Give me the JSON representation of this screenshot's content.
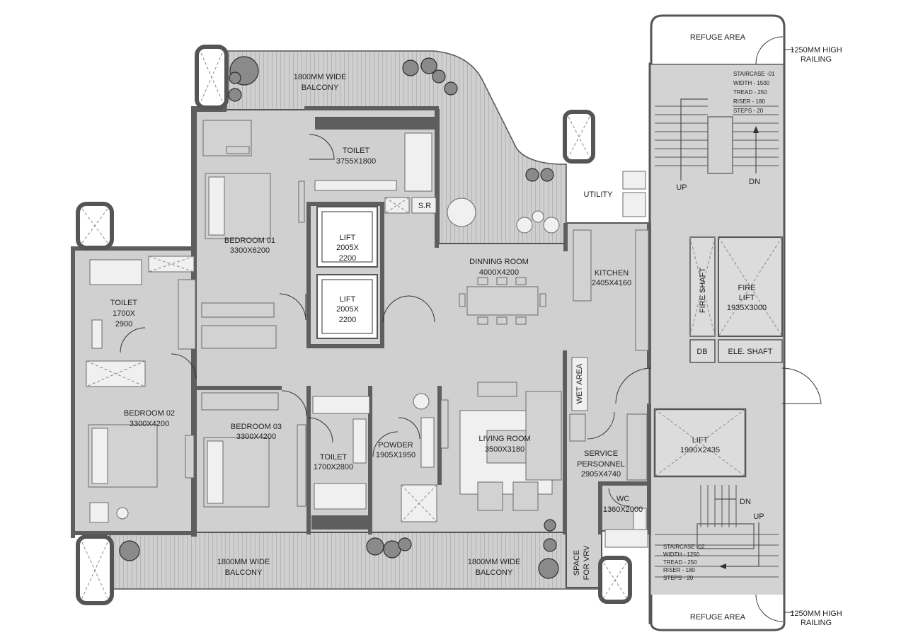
{
  "plan": {
    "top_balcony": {
      "line1": "1800MM WIDE",
      "line2": "BALCONY"
    },
    "bottom_balcony_left": {
      "line1": "1800MM WIDE",
      "line2": "BALCONY"
    },
    "bottom_balcony_right": {
      "line1": "1800MM WIDE",
      "line2": "BALCONY"
    },
    "toilet_main": {
      "name": "TOILET",
      "size": "3755X1800"
    },
    "bedroom_01": {
      "name": "BEDROOM 01",
      "size": "3300X6200"
    },
    "sr": "S.R",
    "utility": "UTILITY",
    "lift_1": {
      "name": "LIFT",
      "size1": "2005X",
      "size2": "2200"
    },
    "lift_2": {
      "name": "LIFT",
      "size1": "2005X",
      "size2": "2200"
    },
    "dinning_room": {
      "name": "DINNING ROOM",
      "size": "4000X4200"
    },
    "kitchen": {
      "name": "KITCHEN",
      "size": "2405X4160"
    },
    "toilet_left": {
      "name": "TOILET",
      "size1": "1700X",
      "size2": "2900"
    },
    "bedroom_02": {
      "name": "BEDROOM 02",
      "size": "3300X4200"
    },
    "bedroom_03": {
      "name": "BEDROOM 03",
      "size": "3300X4200"
    },
    "toilet_mid": {
      "name": "TOILET",
      "size": "1700X2800"
    },
    "powder": {
      "name": "POWDER",
      "size": "1905X1950"
    },
    "living_room": {
      "name": "LIVING ROOM",
      "size": "3500X3180"
    },
    "wet_area": "WET AREA",
    "service": {
      "line1": "SERVICE",
      "line2": "PERSONNEL",
      "size": "2905X4740"
    },
    "wc": {
      "name": "WC",
      "size": "1360X2000"
    },
    "space_vrv": {
      "line1": "SPACE",
      "line2": "FOR VRV"
    },
    "fire_shaft": "FIRE SHAFT",
    "fire_lift": {
      "line1": "FIRE",
      "line2": "LIFT",
      "size": "1935X3000"
    },
    "db": "DB",
    "ele_shaft": "ELE. SHAFT",
    "lift_core": {
      "name": "LIFT",
      "size": "1990X2435"
    },
    "refuge_top": "REFUGE AREA",
    "refuge_bottom": "REFUGE AREA",
    "railing_top": {
      "line1": "1250MM HIGH",
      "line2": "RAILING"
    },
    "railing_bottom": {
      "line1": "1250MM HIGH",
      "line2": "RAILING"
    },
    "staircase_01": [
      "STAIRCASE -01",
      "WIDTH - 1500",
      "TREAD - 250",
      "RISER - 180",
      "STEPS - 20"
    ],
    "staircase_02": [
      "STAIRCASE -02",
      "WIDTH - 1250",
      "TREAD - 250",
      "RISER - 180",
      "STEPS - 20"
    ],
    "stair1_up": "UP",
    "stair1_dn": "DN",
    "stair2_up": "UP",
    "stair2_dn": "DN"
  }
}
